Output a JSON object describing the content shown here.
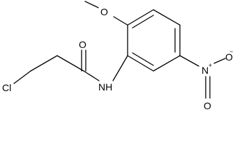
{
  "molecule": {
    "atoms": {
      "methoxy_o": "O",
      "carbonyl_o": "O",
      "chlorine": "Cl",
      "amide_nh": "NH",
      "nitro_n": "N",
      "nitro_n_charge": "+",
      "nitro_o_top": "O",
      "nitro_o_bottom": "O",
      "nitro_o_charge": "−"
    }
  }
}
